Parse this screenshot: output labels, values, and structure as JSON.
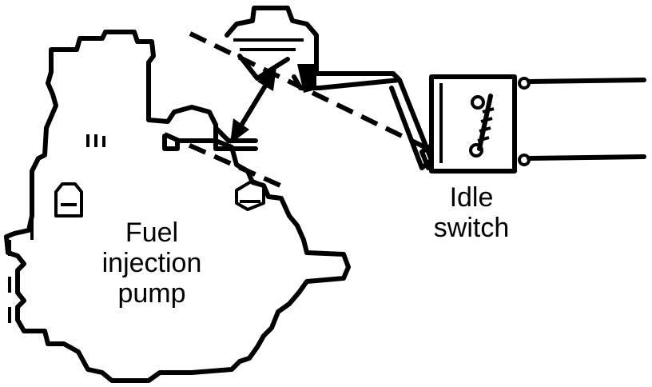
{
  "labels": {
    "pump_line1": "Fuel",
    "pump_line2": "injection",
    "pump_line3": "pump",
    "switch_line1": "Idle",
    "switch_line2": "switch"
  },
  "colors": {
    "ink": "#000000",
    "background": "#ffffff"
  }
}
